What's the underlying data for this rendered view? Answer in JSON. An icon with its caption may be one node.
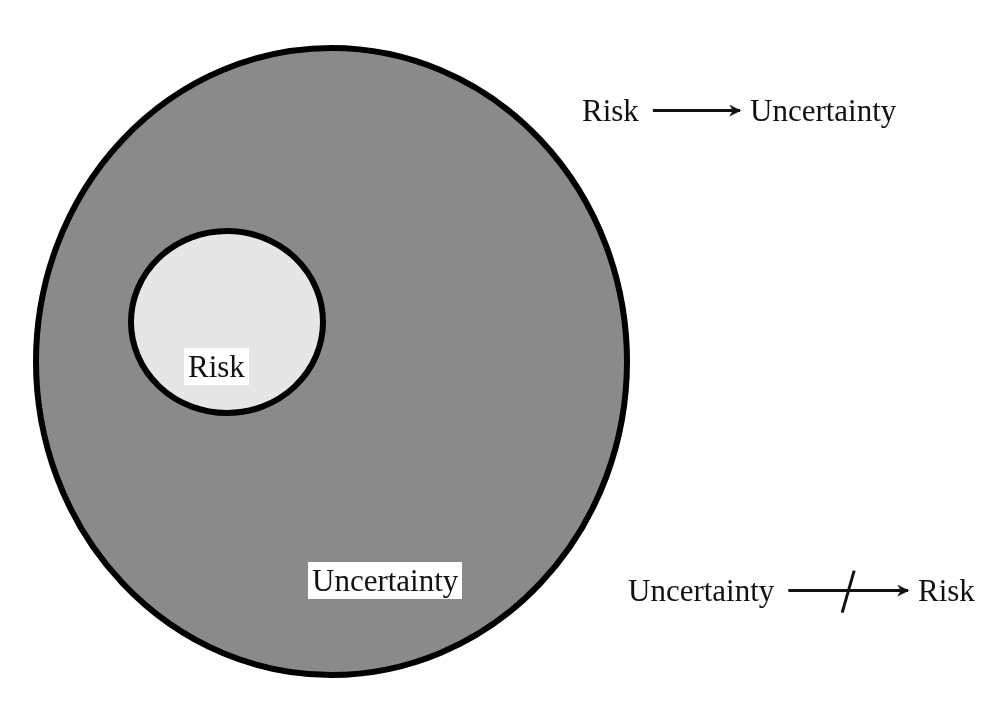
{
  "diagram": {
    "nodes": [
      {
        "text": [
          "Uncertainty"
        ]
      },
      {
        "text": [
          "Risk"
        ],
        "in": 0
      },
      {
        "text": [
          "Risk"
        ]
      },
      {
        "text": [
          "Uncertainty"
        ]
      },
      {
        "text": [
          "Uncertainty"
        ]
      },
      {
        "text": [
          "Risk"
        ]
      }
    ],
    "edges": [
      {
        "from": 2,
        "to": 3,
        "arrow": "to"
      },
      {
        "from": 4,
        "to": 5,
        "arrow": "to"
      }
    ]
  }
}
